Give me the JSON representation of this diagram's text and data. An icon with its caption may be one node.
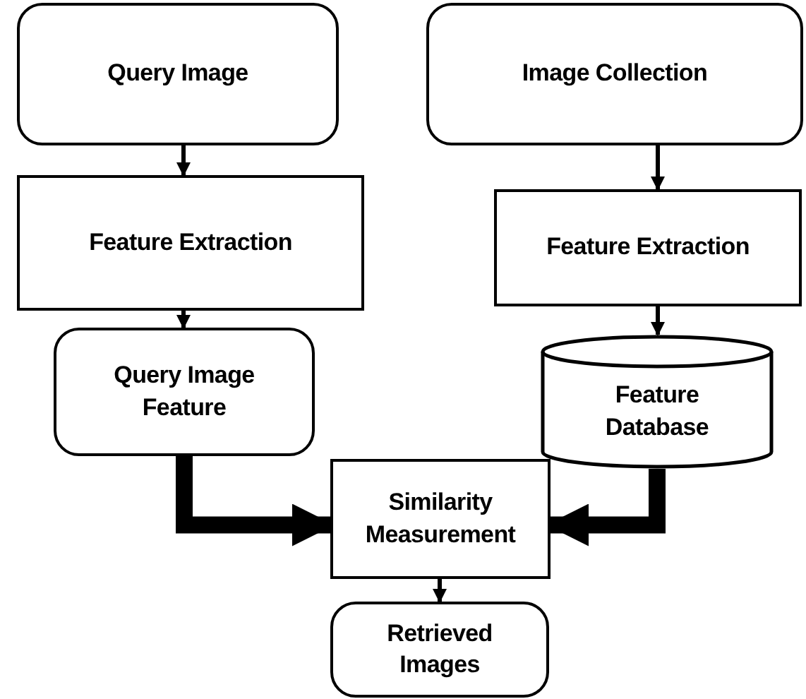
{
  "diagram": {
    "nodes": [
      {
        "text": [
          "Query Image"
        ]
      },
      {
        "text": [
          "Image Collection"
        ]
      },
      {
        "text": [
          "Feature Extraction"
        ]
      },
      {
        "text": [
          "Feature Extraction"
        ]
      },
      {
        "text": [
          "Query Image Feature"
        ]
      },
      {
        "text": [
          "Feature Database"
        ]
      },
      {
        "text": [
          "Similarity Measurement"
        ]
      },
      {
        "text": [
          "Retrieved Images"
        ]
      }
    ],
    "edges": [
      {
        "from": 0,
        "to": 2,
        "arrow": "to"
      },
      {
        "from": 1,
        "to": 3,
        "arrow": "to"
      },
      {
        "from": 2,
        "to": 4,
        "arrow": "to"
      },
      {
        "from": 3,
        "to": 5,
        "arrow": "to"
      },
      {
        "from": 4,
        "to": 6,
        "arrow": "to",
        "style": "thick"
      },
      {
        "from": 5,
        "to": 6,
        "arrow": "to",
        "style": "thick"
      },
      {
        "from": 6,
        "to": 7,
        "arrow": "to"
      }
    ]
  }
}
